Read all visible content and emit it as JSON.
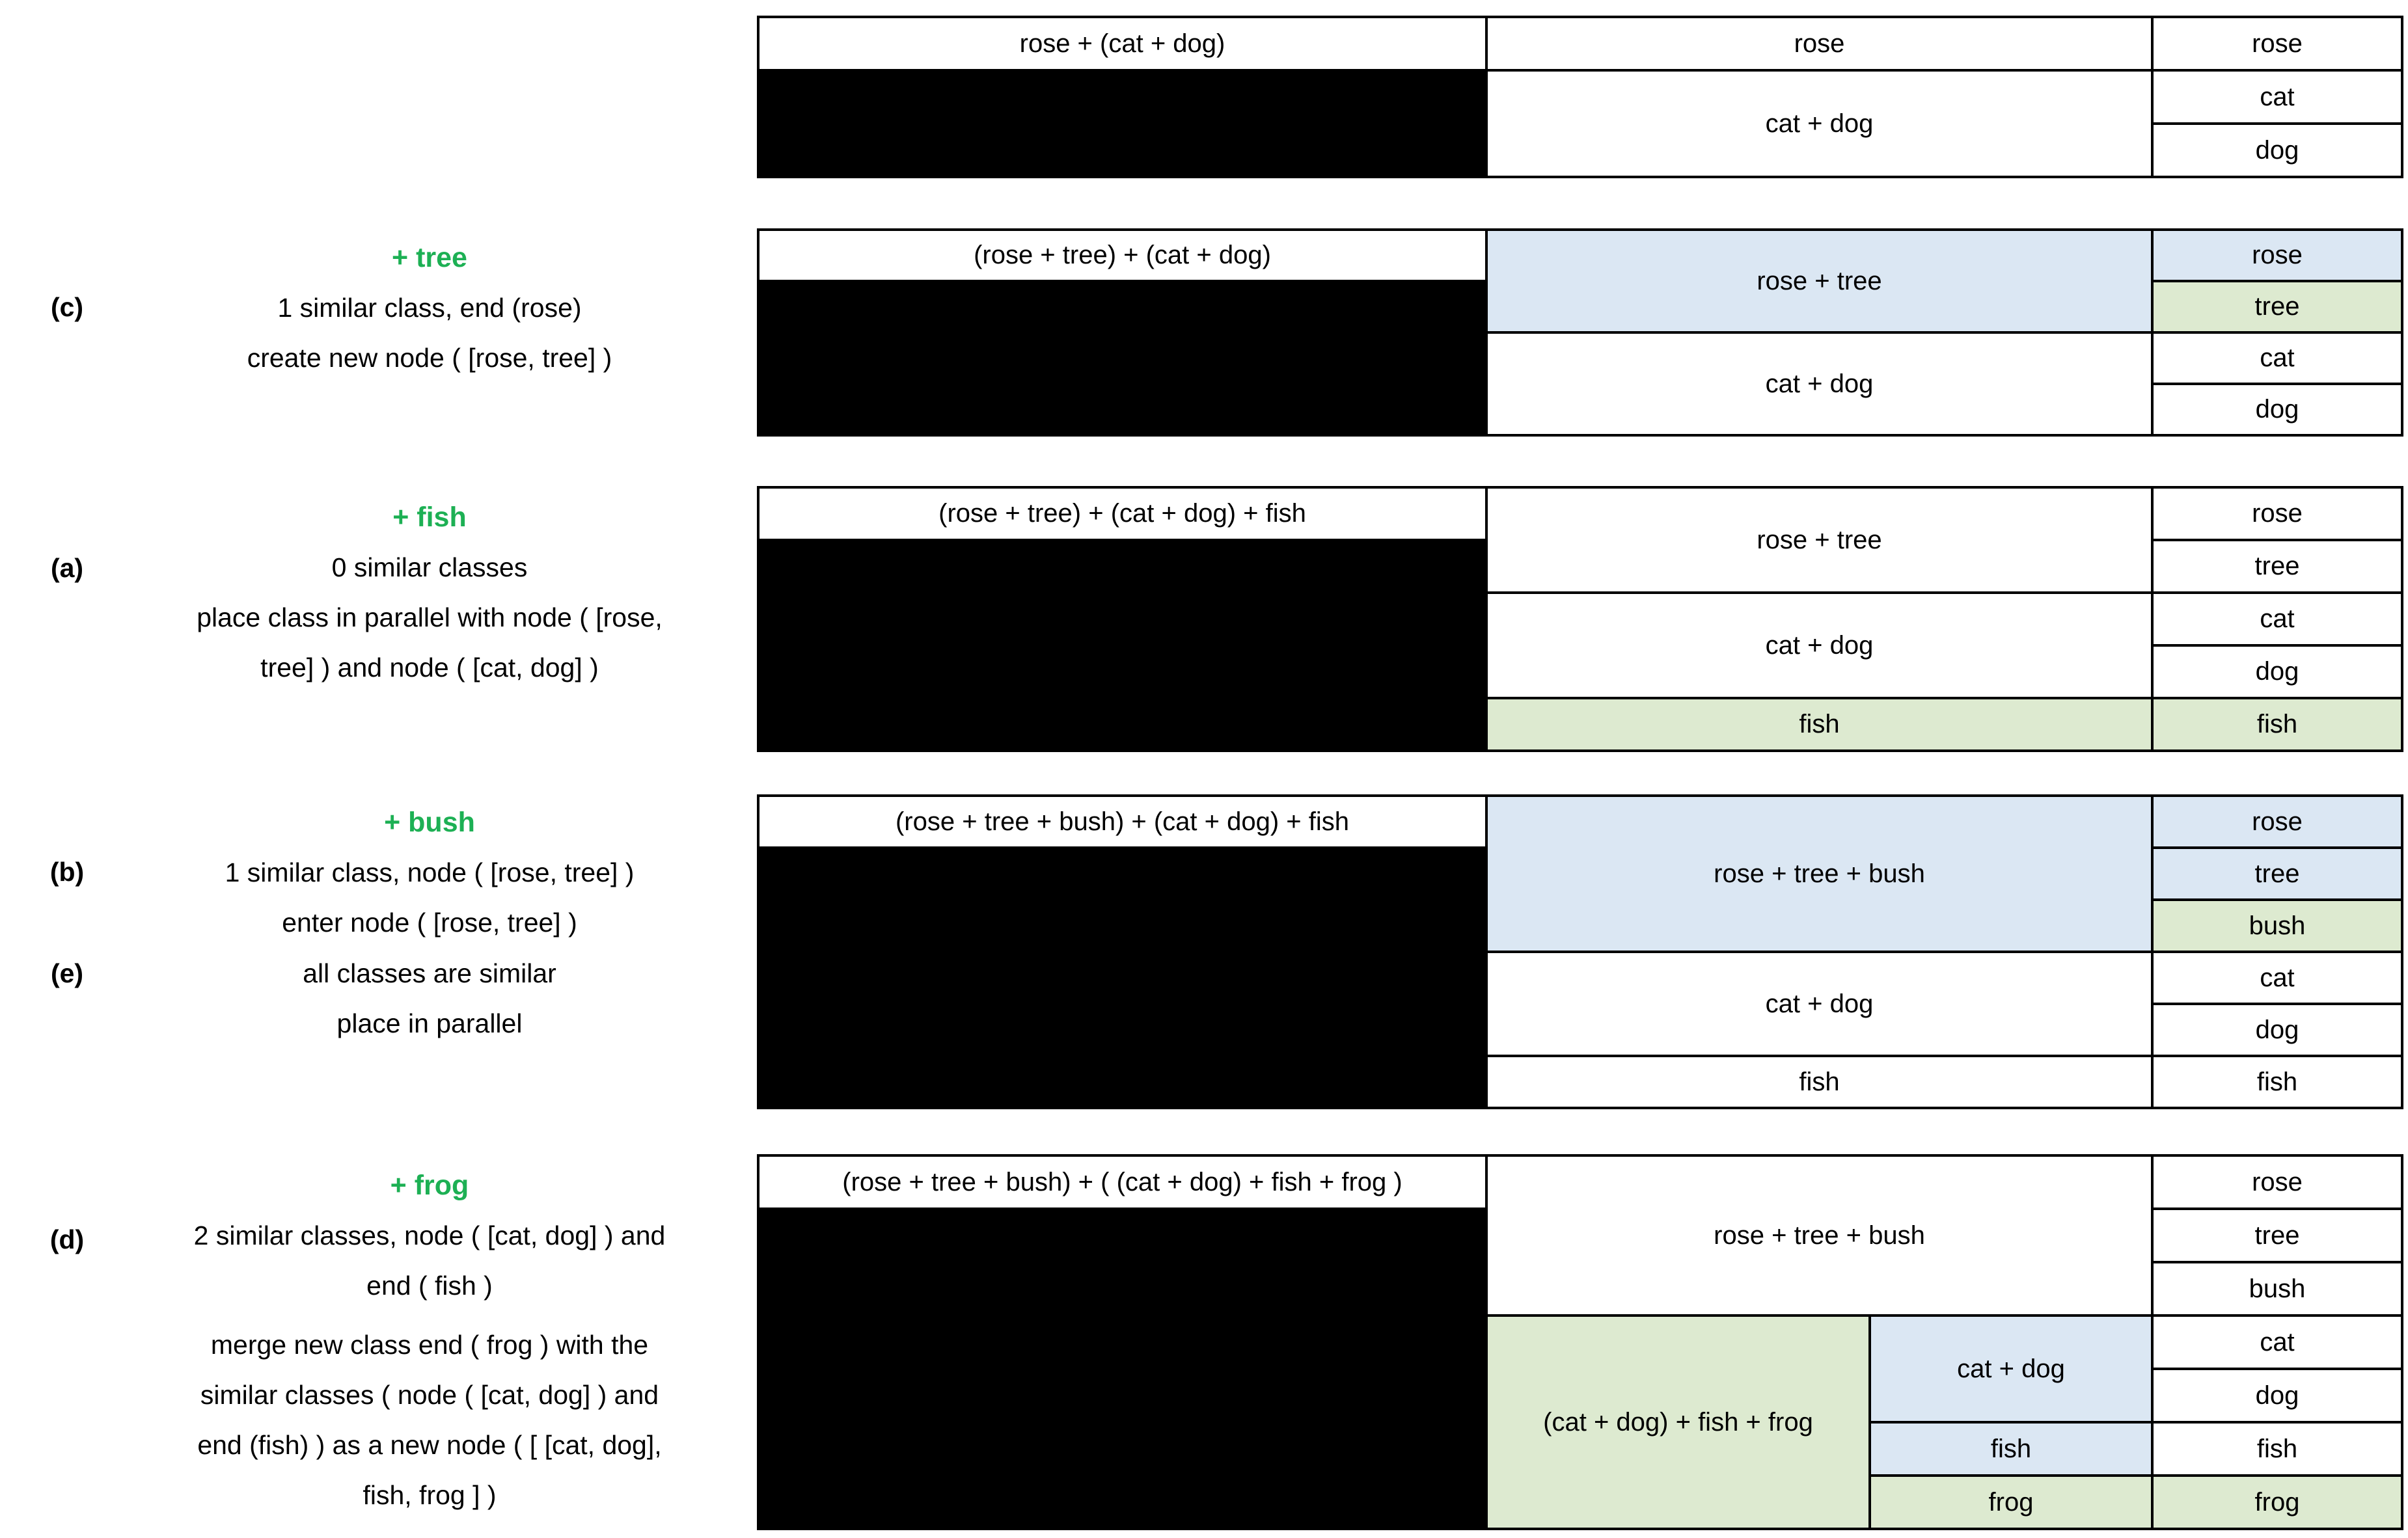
{
  "colors": {
    "cell_blue": "#dbe7f3",
    "cell_green": "#ddead0",
    "heading_green": "#1db054",
    "border_black": "#000000",
    "cell_white": "#ffffff"
  },
  "annotations": [
    {
      "label": "(c)",
      "heading": "+ tree",
      "lines": [
        "1 similar class, end (rose)",
        "create new node ( [rose, tree] )"
      ]
    },
    {
      "label": "(a)",
      "heading": "+ fish",
      "lines": [
        "0 similar classes",
        "place class in parallel with node ( [rose,",
        "tree] ) and node ( [cat, dog] )"
      ]
    },
    {
      "label": "(b)",
      "heading": "+ bush",
      "lines": [
        "1 similar class, node ( [rose, tree] )",
        "enter node ( [rose, tree] )"
      ]
    },
    {
      "label": "(e)",
      "lines": [
        "all classes are similar",
        "place in parallel"
      ]
    },
    {
      "label": "(d)",
      "heading": "+ frog",
      "lines": [
        "2 similar classes, node ( [cat, dog] ) and",
        "end ( fish )",
        "merge new class end ( frog ) with the",
        "similar classes ( node ( [cat, dog] ) and",
        "end (fish) ) as a new node ( [ [cat, dog],",
        "fish, frog ] )"
      ]
    }
  ],
  "tables": [
    {
      "expression": "rose + (cat + dog)",
      "level2": [
        {
          "text": "rose",
          "rows": 1,
          "fill": "white"
        },
        {
          "text": "cat + dog",
          "rows": 2,
          "fill": "white"
        }
      ],
      "level3": [
        {
          "text": "rose",
          "fill": "white"
        },
        {
          "text": "cat",
          "fill": "white"
        },
        {
          "text": "dog",
          "fill": "white"
        }
      ]
    },
    {
      "expression": "(rose + tree) + (cat + dog)",
      "level2": [
        {
          "text": "rose + tree",
          "rows": 2,
          "fill": "blue"
        },
        {
          "text": "cat + dog",
          "rows": 2,
          "fill": "white"
        }
      ],
      "level3": [
        {
          "text": "rose",
          "fill": "blue"
        },
        {
          "text": "tree",
          "fill": "green"
        },
        {
          "text": "cat",
          "fill": "white"
        },
        {
          "text": "dog",
          "fill": "white"
        }
      ]
    },
    {
      "expression": "(rose + tree) + (cat + dog) + fish",
      "level2": [
        {
          "text": "rose + tree",
          "rows": 2,
          "fill": "white"
        },
        {
          "text": "cat + dog",
          "rows": 2,
          "fill": "white"
        },
        {
          "text": "fish",
          "rows": 1,
          "fill": "green"
        }
      ],
      "level3": [
        {
          "text": "rose",
          "fill": "white"
        },
        {
          "text": "tree",
          "fill": "white"
        },
        {
          "text": "cat",
          "fill": "white"
        },
        {
          "text": "dog",
          "fill": "white"
        },
        {
          "text": "fish",
          "fill": "green"
        }
      ]
    },
    {
      "expression": "(rose + tree + bush) + (cat + dog) + fish",
      "level2": [
        {
          "text": "rose + tree + bush",
          "rows": 3,
          "fill": "blue"
        },
        {
          "text": "cat + dog",
          "rows": 2,
          "fill": "white"
        },
        {
          "text": "fish",
          "rows": 1,
          "fill": "white"
        }
      ],
      "level3": [
        {
          "text": "rose",
          "fill": "blue"
        },
        {
          "text": "tree",
          "fill": "blue"
        },
        {
          "text": "bush",
          "fill": "green"
        },
        {
          "text": "cat",
          "fill": "white"
        },
        {
          "text": "dog",
          "fill": "white"
        },
        {
          "text": "fish",
          "fill": "white"
        }
      ]
    },
    {
      "expression": "(rose + tree + bush) + ( (cat + dog) + fish + frog )",
      "level2": [
        {
          "text": "rose + tree + bush",
          "rows": 3,
          "fill": "white"
        }
      ],
      "nested": {
        "text": "(cat + dog) + fish + frog",
        "rows": 4,
        "fill": "green",
        "children": [
          {
            "text": "cat + dog",
            "rows": 2,
            "fill": "blue"
          },
          {
            "text": "fish",
            "rows": 1,
            "fill": "blue"
          },
          {
            "text": "frog",
            "rows": 1,
            "fill": "green"
          }
        ]
      },
      "level3": [
        {
          "text": "rose",
          "fill": "white"
        },
        {
          "text": "tree",
          "fill": "white"
        },
        {
          "text": "bush",
          "fill": "white"
        },
        {
          "text": "cat",
          "fill": "white"
        },
        {
          "text": "dog",
          "fill": "white"
        },
        {
          "text": "fish",
          "fill": "white"
        },
        {
          "text": "frog",
          "fill": "green"
        }
      ]
    }
  ]
}
